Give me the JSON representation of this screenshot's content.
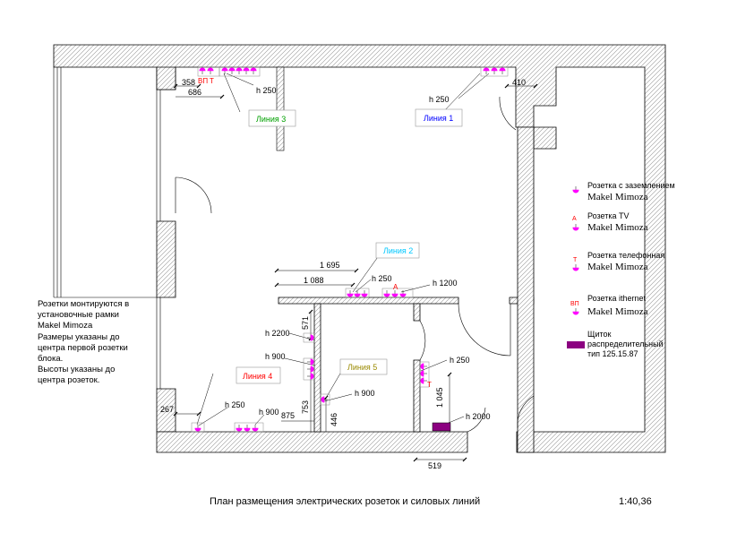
{
  "dimensions": {
    "d358": "358",
    "d686": "686",
    "d410": "410",
    "d1695": "1 695",
    "d1088": "1 088",
    "d571": "571",
    "d753": "753",
    "d446": "446",
    "d1045": "1 045",
    "d267": "267",
    "d875": "875",
    "d519": "519"
  },
  "heights": {
    "top_left": "h 250",
    "top_right": "h 250",
    "mid_250": "h 250",
    "mid_1200": "h 1200",
    "h2200": "h 2200",
    "h900_left": "h 900",
    "h900_mid": "h 900",
    "bottom_250": "h 250",
    "bottom_900": "h 900",
    "right_250": "h 250",
    "h2000": "h 2000"
  },
  "lines": [
    {
      "label": "Линия 1",
      "color": "#0000ff"
    },
    {
      "label": "Линия 2",
      "color": "#00c8ff"
    },
    {
      "label": "Линия 3",
      "color": "#00a000"
    },
    {
      "label": "Линия 4",
      "color": "#ff0000"
    },
    {
      "label": "Линия 5",
      "color": "#9a8a00"
    }
  ],
  "socket_marks": {
    "vp": "ВП",
    "t": "Т",
    "a": "А"
  },
  "legend": [
    {
      "label": "Розетка с заземлением",
      "brand": "Makel Mimoza",
      "mark": ""
    },
    {
      "label": "Розетка TV",
      "brand": "Makel Mimoza",
      "mark": "А"
    },
    {
      "label": "Розетка телефонная",
      "brand": "Makel Mimoza",
      "mark": "Т"
    },
    {
      "label": "Розетка ithernet",
      "brand": "Makel Mimoza",
      "mark": "ВП"
    }
  ],
  "panel_legend": {
    "line1": "Щиток",
    "line2": "распределительный",
    "line3": "тип 125.15.87"
  },
  "notes": [
    "Розетки монтируются в",
    "установочные рамки",
    "Makel Mimoza",
    "Размеры указаны до",
    "центра первой розетки",
    "блока.",
    "Высоты указаны до",
    "центра розеток."
  ],
  "title": "План размещения электрических розеток и силовых линий",
  "scale": "1:40,36",
  "colors": {
    "socket": "#ff00ff",
    "panel": "#8b0080",
    "mark": "#ff0000"
  }
}
